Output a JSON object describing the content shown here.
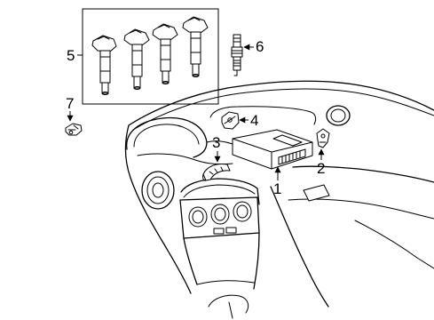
{
  "callouts": {
    "c1": "1",
    "c2": "2",
    "c3": "3",
    "c4": "4",
    "c5": "5",
    "c6": "6",
    "c7": "7"
  },
  "parts": {
    "p1": "ecm-module",
    "p2": "sensor-bracket",
    "p3": "clip-bracket",
    "p4": "small-bracket",
    "p5": "ignition-coil-set",
    "p6": "spark-plug",
    "p7": "knock-sensor"
  }
}
